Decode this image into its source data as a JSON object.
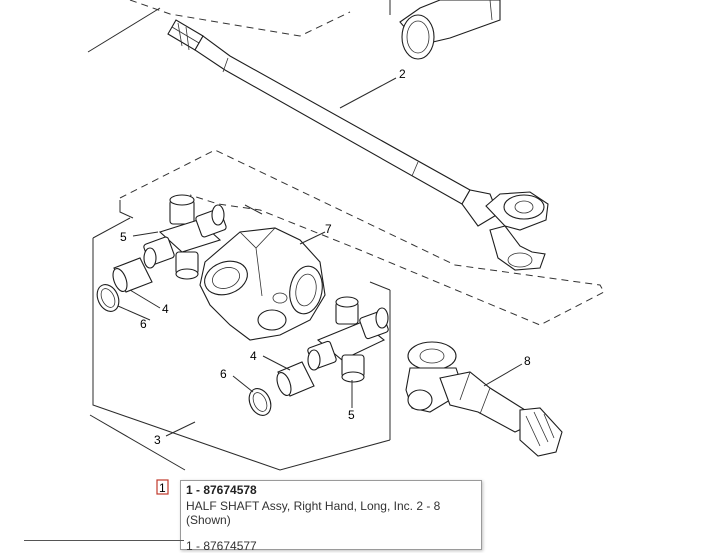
{
  "callouts": {
    "c1": "1",
    "c2": "2",
    "c3": "3",
    "c4a": "4",
    "c4b": "4",
    "c5a": "5",
    "c5b": "5",
    "c6a": "6",
    "c6b": "6",
    "c7": "7",
    "c8": "8"
  },
  "tooltip": {
    "part_number": "1 - 87674578",
    "description": "HALF SHAFT Assy, Right Hand, Long, Inc. 2 - 8 (Shown)",
    "alt_part": "1 - 87674577"
  },
  "colors": {
    "selected_callout_border": "#c0392b",
    "line": "#2b2b2b"
  }
}
